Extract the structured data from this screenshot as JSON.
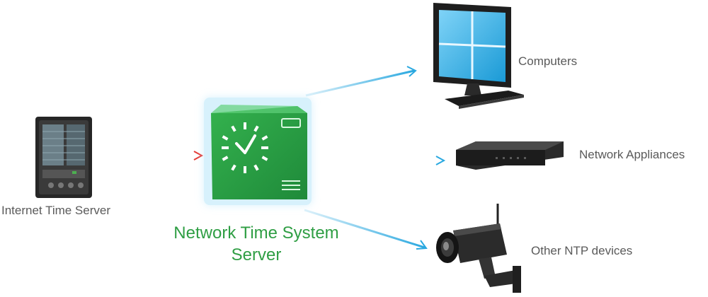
{
  "diagram": {
    "source": {
      "label": "Internet Time Server",
      "icon": "server-tower-icon"
    },
    "hub": {
      "title_line1": "Network Time System",
      "title_line2": "Server",
      "icon": "clock-server-icon",
      "color": "#2f9e44"
    },
    "targets": [
      {
        "label": "Computers",
        "icon": "monitor-icon"
      },
      {
        "label": "Network Appliances",
        "icon": "network-appliance-icon"
      },
      {
        "label": "Other NTP devices",
        "icon": "security-camera-icon"
      }
    ],
    "colors": {
      "input_link": "#e53935",
      "output_link": "#29a8e0",
      "label_text": "#5a5a5a"
    }
  }
}
